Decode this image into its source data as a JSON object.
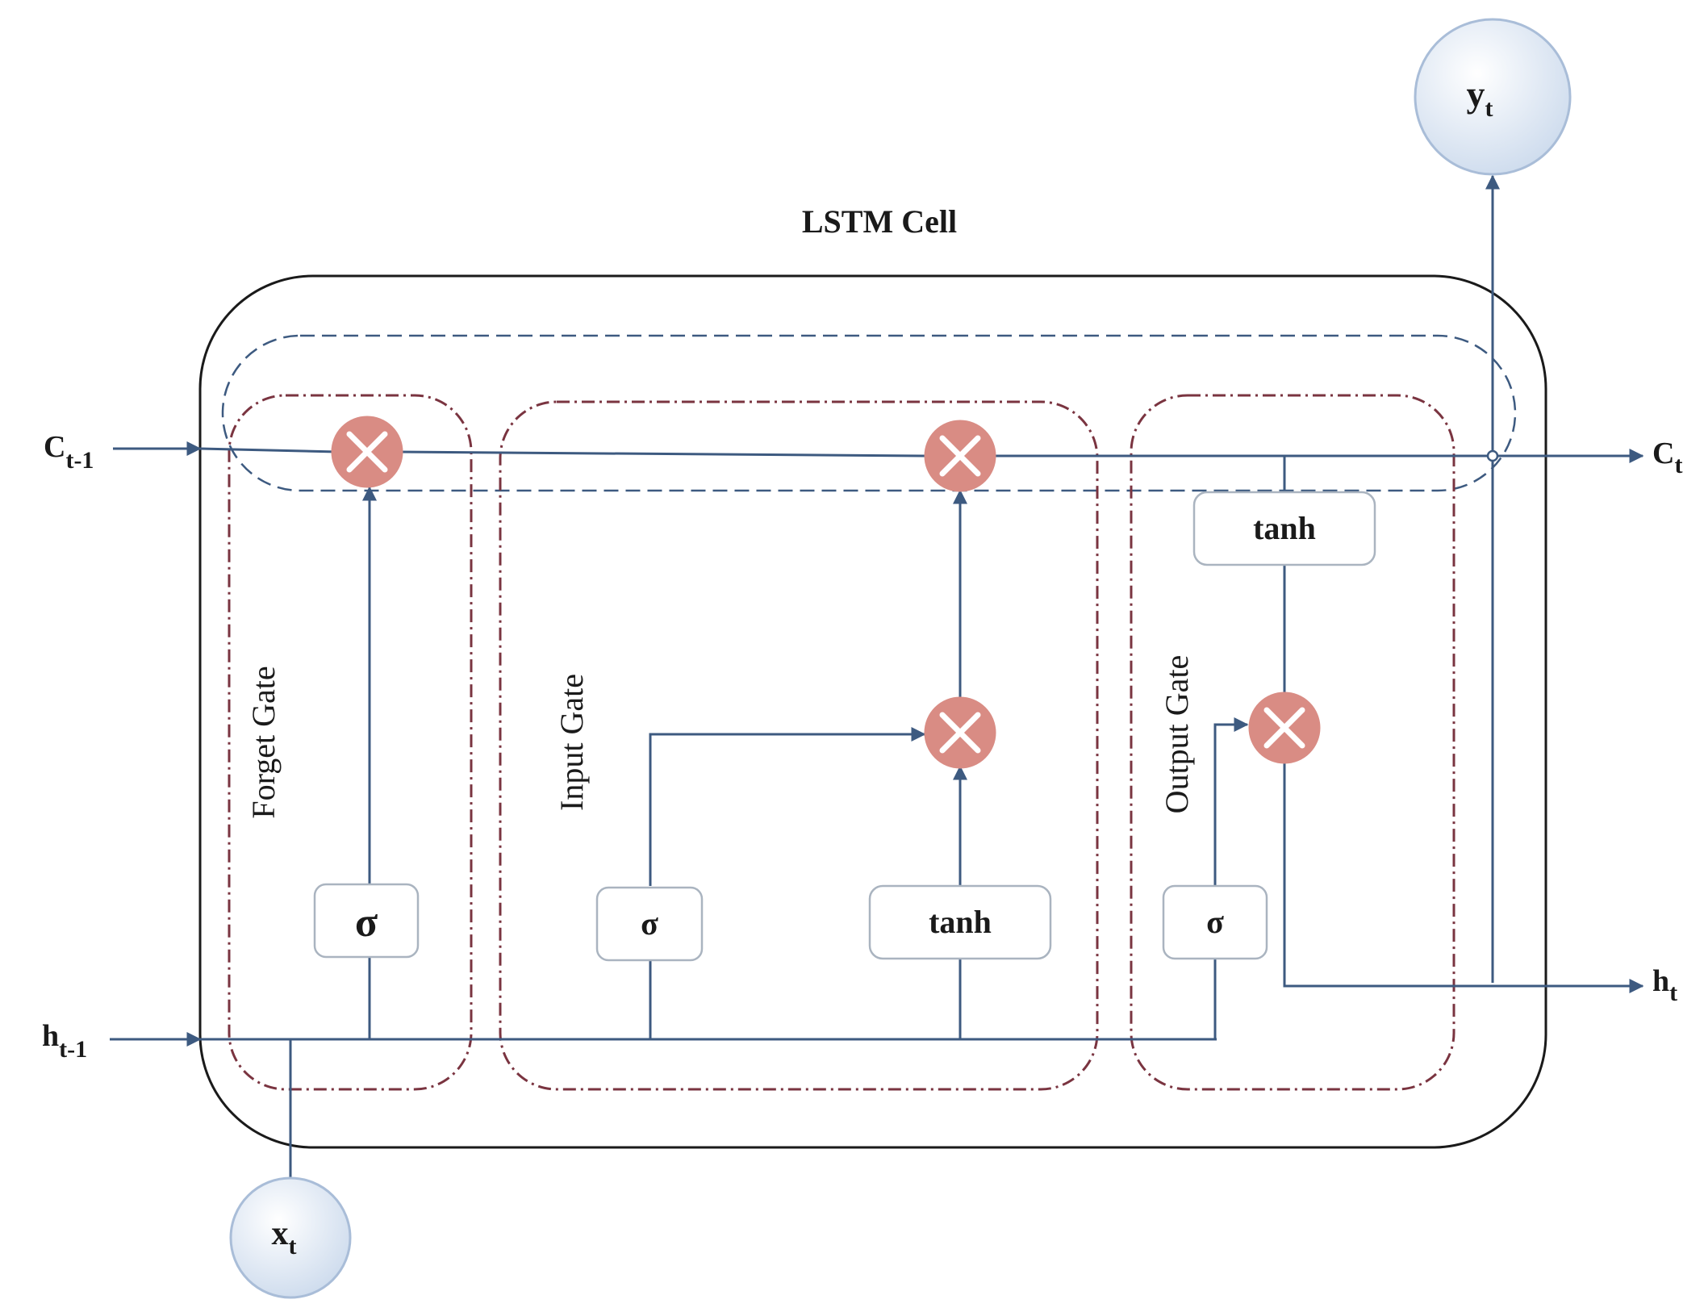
{
  "title": "LSTM Cell",
  "inputs": {
    "c_prev": {
      "base": "C",
      "sub": "t-1"
    },
    "h_prev": {
      "base": "h",
      "sub": "t-1"
    },
    "x": {
      "base": "x",
      "sub": "t"
    }
  },
  "outputs": {
    "c_next": {
      "base": "C",
      "sub": "t"
    },
    "h_next": {
      "base": "h",
      "sub": "t"
    },
    "y": {
      "base": "y",
      "sub": "t"
    }
  },
  "gates": {
    "forget": {
      "label": "Forget Gate",
      "activation": "σ"
    },
    "input": {
      "label": "Input Gate",
      "activation": "σ",
      "candidate": "tanh"
    },
    "output": {
      "label": "Output Gate",
      "activation": "σ",
      "cell_activation": "tanh"
    }
  },
  "colors": {
    "flow_line": "#3d5a80",
    "cell_border": "#1a1a1a",
    "gate_border": "#7a3440",
    "multiply_node": "#d98c84",
    "io_node_fill": "#dde7f3"
  },
  "icons": {
    "multiply": "circled-times-icon",
    "arrow": "arrowhead-icon"
  }
}
